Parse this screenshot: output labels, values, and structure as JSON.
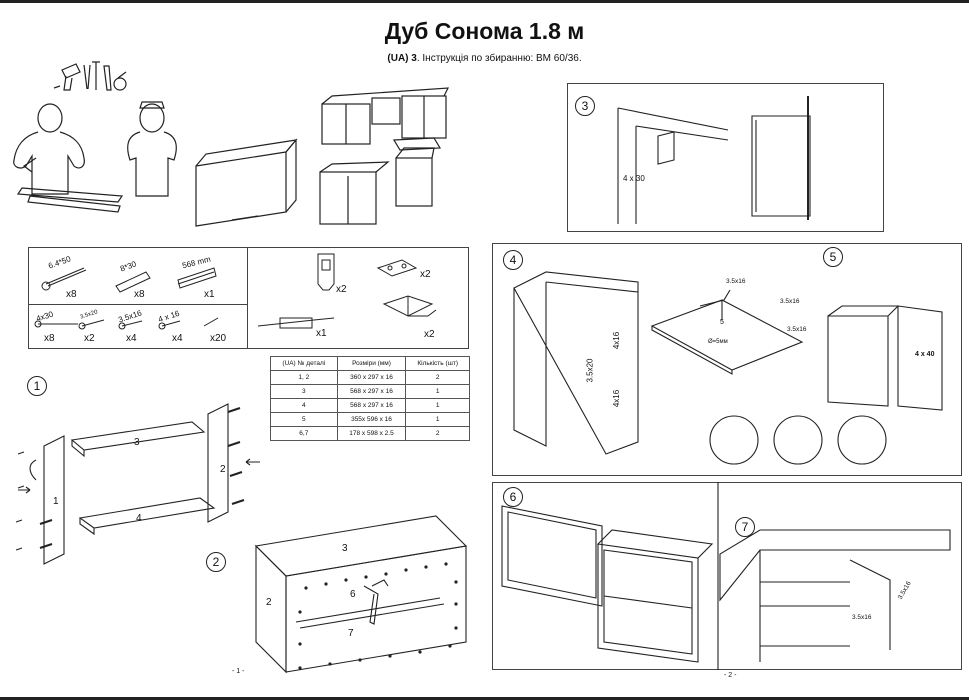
{
  "title": "Дуб Сонома 1.8 м",
  "subtitle": {
    "lang": "(UA)",
    "step": "3",
    "text": ". Інструкція по збиранню: ВМ 60/36."
  },
  "hardware": {
    "fittings": [
      {
        "spec": "6.4*50",
        "qty": "x8"
      },
      {
        "spec": "8*30",
        "qty": "x8"
      },
      {
        "spec": "568 mm",
        "qty": "x1"
      }
    ],
    "screws": [
      {
        "spec": "4x30",
        "qty": "x8"
      },
      {
        "spec": "3.5x20",
        "qty": "x2"
      },
      {
        "spec": "3.5x16",
        "qty": "x4"
      },
      {
        "spec": "4 x 16",
        "qty": "x4"
      },
      {
        "spec": "",
        "qty": "x20"
      }
    ],
    "other": [
      {
        "name": "handle",
        "qty": "x2"
      },
      {
        "name": "hinge-plate",
        "qty": "x2"
      },
      {
        "name": "gas-lift",
        "qty": "x1"
      },
      {
        "name": "hinge",
        "qty": "x2"
      }
    ]
  },
  "parts_table": {
    "headers": [
      "(UA)  № деталі",
      "Розміри (мм)",
      "Кількість  (шт)"
    ],
    "rows": [
      [
        "1, 2",
        "360 x 297 x 16",
        "2"
      ],
      [
        "3",
        "568 x 297 x 16",
        "1"
      ],
      [
        "4",
        "568 x 297 x 16",
        "1"
      ],
      [
        "5",
        "355x 596 x 16",
        "1"
      ],
      [
        "6,7",
        "178 x 598 x 2.5",
        "2"
      ]
    ]
  },
  "steps": {
    "s1": {
      "num": "1",
      "parts": [
        "1",
        "2",
        "3",
        "4"
      ]
    },
    "s2": {
      "num": "2",
      "parts": [
        "2",
        "3",
        "6",
        "7"
      ]
    },
    "s3": {
      "num": "3",
      "screw": "4 x 30"
    },
    "s4": {
      "num": "4",
      "a": "3.5x20",
      "b": "4x16",
      "c": "4x16"
    },
    "s5": {
      "num": "5",
      "a": "3.5x16",
      "b": "3.5x16",
      "c": "3.5x16",
      "drill": "Ø=5мм",
      "part": "5",
      "screw": "4 x 40"
    },
    "s6": {
      "num": "6"
    },
    "s7": {
      "num": "7",
      "a": "3.5x16",
      "b": "3.5x16"
    }
  },
  "pages": {
    "p1": "- 1 -",
    "p2": "- 2 -"
  }
}
